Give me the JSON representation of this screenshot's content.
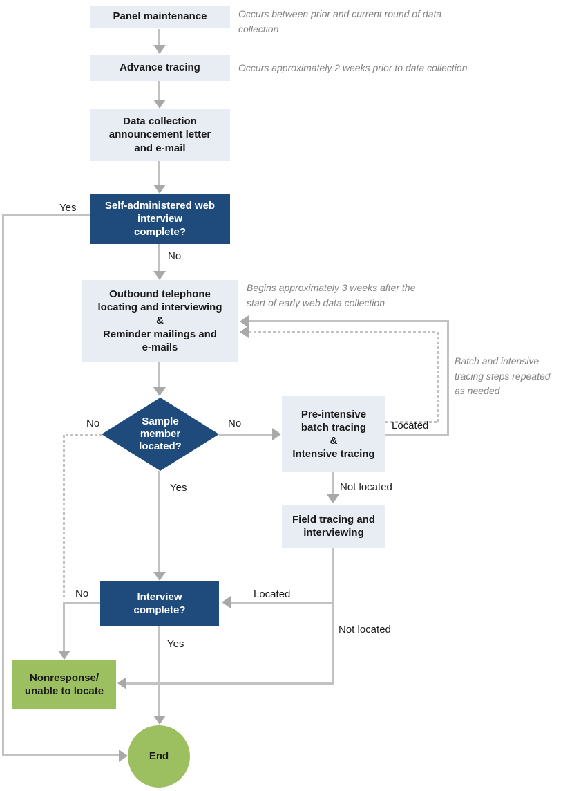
{
  "figure": {
    "type": "flowchart",
    "description": "Data collection tracing and interviewing process flow"
  },
  "colors": {
    "process_box_fill": "#E8EDF4",
    "decision_fill": "#1F4B7C",
    "terminal_fill": "#9CBF5F",
    "connector_line": "#C2C2C2",
    "arrowhead": "#A9A9A9",
    "note_text": "#828282",
    "label_text": "#1A1A1A"
  },
  "nodes": {
    "panel_maintenance": {
      "label": "Panel maintenance",
      "shape": "box",
      "fill": "light"
    },
    "advance_tracing": {
      "label": "Advance tracing",
      "shape": "box",
      "fill": "light"
    },
    "data_collection": {
      "label": "Data collection\nannouncement letter\nand e-mail",
      "shape": "box",
      "fill": "light"
    },
    "self_admin_web": {
      "label": "Self-administered web\ninterview\ncomplete?",
      "shape": "box",
      "fill": "navy"
    },
    "outbound": {
      "label": "Outbound telephone\nlocating and interviewing\n&\nReminder mailings and\ne-mails",
      "shape": "box",
      "fill": "light"
    },
    "sample_located": {
      "label": "Sample\nmember\nlocated?",
      "shape": "diamond",
      "fill": "navy"
    },
    "pre_intensive": {
      "label": "Pre-intensive\nbatch tracing\n&\nIntensive tracing",
      "shape": "box",
      "fill": "light"
    },
    "field_tracing": {
      "label": "Field tracing and\ninterviewing",
      "shape": "box",
      "fill": "light"
    },
    "interview_complete": {
      "label": "Interview\ncomplete?",
      "shape": "box",
      "fill": "navy"
    },
    "nonresponse": {
      "label": "Nonresponse/\nunable to locate",
      "shape": "box",
      "fill": "green"
    },
    "end": {
      "label": "End",
      "shape": "circle",
      "fill": "green"
    }
  },
  "edge_labels": {
    "yes_web": "Yes",
    "no_web": "No",
    "no_left": "No",
    "no_right": "No",
    "yes_diamond": "Yes",
    "located_loop": "Located",
    "not_located_pre": "Not located",
    "located_field": "Located",
    "not_located_field": "Not located",
    "no_interview": "No",
    "yes_interview": "Yes"
  },
  "notes": {
    "panel": "Occurs between prior and current round of data\ncollection",
    "advance": "Occurs approximately 2 weeks prior to data collection",
    "outbound": "Begins approximately 3 weeks after the\nstart of early web data collection",
    "loop": "Batch and intensive\ntracing steps repeated\nas needed"
  }
}
